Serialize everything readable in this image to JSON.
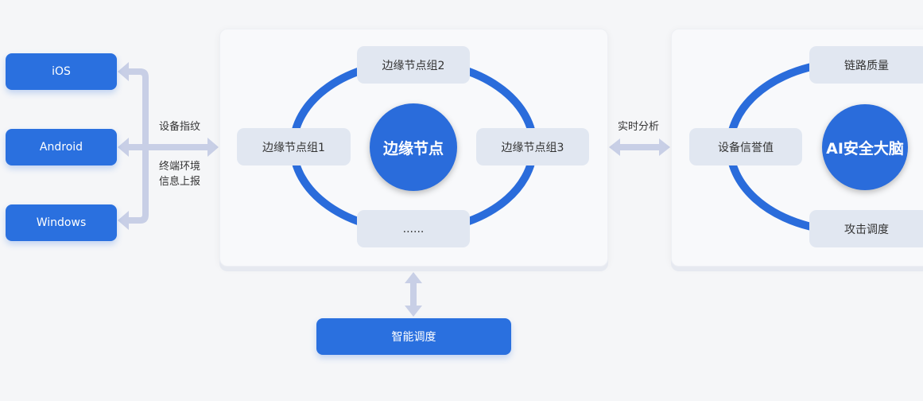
{
  "clients": [
    {
      "label": "iOS"
    },
    {
      "label": "Android"
    },
    {
      "label": "Windows"
    }
  ],
  "left_labels": {
    "top": "设备指纹",
    "bottom_line1": "终端环境",
    "bottom_line2": "信息上报"
  },
  "edge": {
    "center": "边缘节点",
    "groups": [
      "边缘节点组2",
      "边缘节点组1",
      "边缘节点组3",
      "......"
    ]
  },
  "link_label": "实时分析",
  "brain": {
    "center": "AI安全大脑",
    "items": [
      "链路质量",
      "设备信誉值",
      "攻击调度"
    ]
  },
  "scheduler": "智能调度",
  "colors": {
    "primary": "#2a70df",
    "pill": "#e1e7f1",
    "arrow": "#c8cfe6",
    "background": "#f5f6f8"
  }
}
